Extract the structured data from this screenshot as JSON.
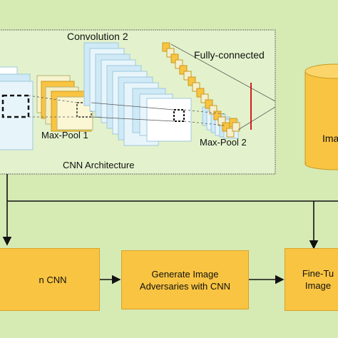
{
  "architecture": {
    "title": "CNN Architecture",
    "conv2_label": "Convolution 2",
    "fc_label": "Fully-connected",
    "maxpool1_label": "Max-Pool 1",
    "maxpool2_label": "Max-Pool 2"
  },
  "storage": {
    "label": "Ima"
  },
  "steps": {
    "train_label": "n CNN",
    "generate_label": "Generate Image\nAdversaries with CNN",
    "finetune_label": "Fine-Tu\nImage"
  },
  "colors": {
    "background": "#d6eab4",
    "feature_blue": "#cfeaf6",
    "feature_yellow": "#f9c441",
    "box_fill": "#f9c441",
    "panel_border": "#6b6b6b",
    "red_marker": "#cc1f1f"
  }
}
